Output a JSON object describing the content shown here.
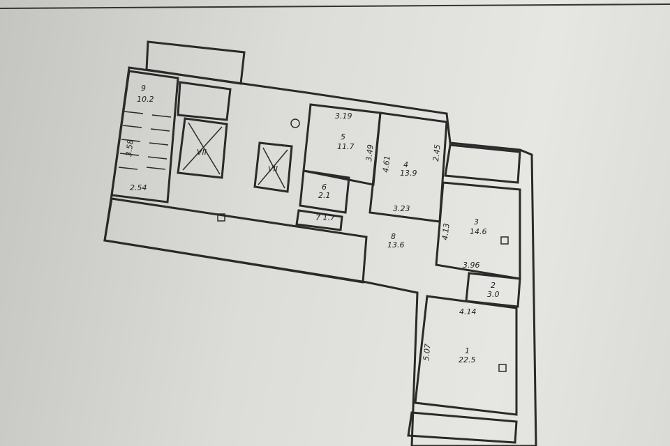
{
  "plan": {
    "stairwell": {
      "number": "9",
      "area": "10.2",
      "width": "2.54",
      "depth": "3.58"
    },
    "elevators": [
      "VII",
      "VII"
    ],
    "rooms": [
      {
        "number": "1",
        "area": "22.5"
      },
      {
        "number": "2",
        "area": "3.0"
      },
      {
        "number": "3",
        "area": "14.6"
      },
      {
        "number": "4",
        "area": "13.9"
      },
      {
        "number": "5",
        "area": "11.7"
      },
      {
        "number": "6",
        "area": "2.1"
      },
      {
        "number": "7",
        "area": "1.7"
      },
      {
        "number": "8",
        "area": "13.6"
      }
    ],
    "dimensions": [
      "3.19",
      "3.49",
      "4.61",
      "2.45",
      "3.23",
      "4.13",
      "3.96",
      "4.14",
      "5.07"
    ]
  }
}
